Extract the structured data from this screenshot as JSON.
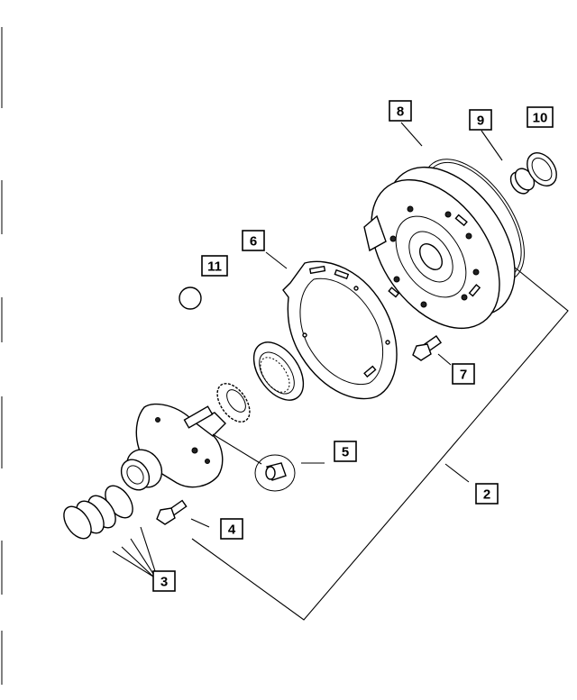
{
  "callouts": [
    {
      "id": "c2",
      "label": "2"
    },
    {
      "id": "c3",
      "label": "3"
    },
    {
      "id": "c4",
      "label": "4"
    },
    {
      "id": "c5",
      "label": "5"
    },
    {
      "id": "c6",
      "label": "6"
    },
    {
      "id": "c7",
      "label": "7"
    },
    {
      "id": "c8",
      "label": "8"
    },
    {
      "id": "c9",
      "label": "9"
    },
    {
      "id": "c10",
      "label": "10"
    },
    {
      "id": "c11",
      "label": "11"
    }
  ]
}
